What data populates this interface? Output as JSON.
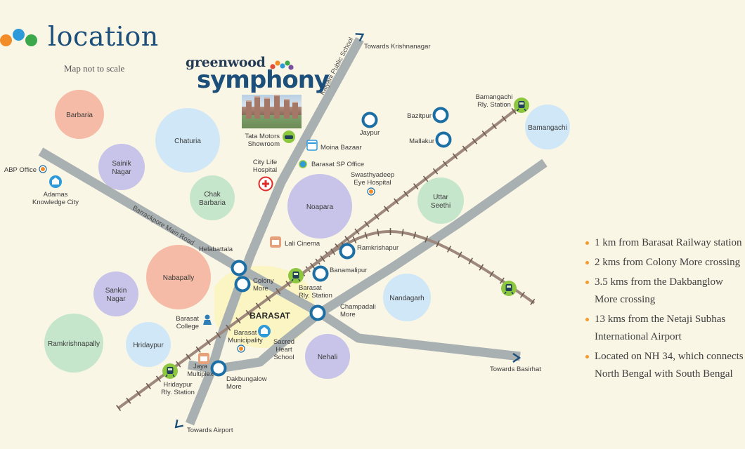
{
  "header": {
    "title": "location",
    "subtitle": "Map not to scale",
    "dot_colors": [
      "#f28c28",
      "#2e9ad9",
      "#3aa84b"
    ]
  },
  "brand": {
    "line1": "greenwood",
    "line2": "symphony",
    "dot_colors": [
      "#e04e39",
      "#f28c28",
      "#2e9ad9",
      "#3aa84b",
      "#7b4fa0"
    ]
  },
  "colors": {
    "background": "#faf6e6",
    "road": "#a9b0b2",
    "rail": "#9d887b",
    "station_green": "#8dc63f",
    "marker_blue": "#1c6fa4",
    "bullet_orange": "#f29a2e",
    "circle_peach": "#f6bba6",
    "circle_purple": "#c8c3e8",
    "circle_green": "#c6e6cc",
    "circle_sky": "#cfe7f7",
    "barasat_area": "#fbf4c2"
  },
  "areas": [
    {
      "name": "Barbaria",
      "color": "peach"
    },
    {
      "name": "Chaturia",
      "color": "sky"
    },
    {
      "name": "Sainik\nNagar",
      "color": "purple"
    },
    {
      "name": "Chak\nBarbaria",
      "color": "green"
    },
    {
      "name": "Noapara",
      "color": "purple"
    },
    {
      "name": "Nabapally",
      "color": "peach"
    },
    {
      "name": "Sankin\nNagar",
      "color": "purple"
    },
    {
      "name": "Ramkrishnapally",
      "color": "green"
    },
    {
      "name": "Hridaypur",
      "color": "sky"
    },
    {
      "name": "Uttar\nSeethi",
      "color": "green"
    },
    {
      "name": "Bamangachi",
      "color": "sky"
    },
    {
      "name": "Nandagarh",
      "color": "sky"
    },
    {
      "name": "Nehali",
      "color": "purple"
    }
  ],
  "road_labels": [
    {
      "text": "Barrackpore Main Road"
    },
    {
      "text": "Kalyani Public School"
    }
  ],
  "district_label": "BARASAT",
  "directions": [
    {
      "text": "Towards Krishnanagar"
    },
    {
      "text": "Towards Basirhat"
    },
    {
      "text": "Towards Airport"
    }
  ],
  "places": [
    {
      "text": "ABP Office",
      "icon": "orange-dot-icon"
    },
    {
      "text": "Adamas\nKnowledge City",
      "icon": "school-icon"
    },
    {
      "text": "Tata Motors\nShowroom",
      "icon": "car-icon"
    },
    {
      "text": "Moina Bazaar",
      "icon": "shop-icon"
    },
    {
      "text": "Barasat SP Office",
      "icon": "blue-dot-icon"
    },
    {
      "text": "City Life\nHospital",
      "icon": "hospital-icon"
    },
    {
      "text": "Swasthyadeep\nEye Hospital",
      "icon": "orange-dot-icon"
    },
    {
      "text": "Lali Cinema",
      "icon": "cinema-icon"
    },
    {
      "text": "Barasat\nCollege",
      "icon": "college-icon"
    },
    {
      "text": "Barasat\nMunicipality",
      "icon": "orange-dot-icon"
    },
    {
      "text": "Sacred\nHeart\nSchool",
      "icon": "school-icon"
    },
    {
      "text": "Jaya\nMultiplex",
      "icon": "cinema-icon"
    }
  ],
  "stops": [
    {
      "text": "Jaypur"
    },
    {
      "text": "Bazitpur"
    },
    {
      "text": "Mallakur"
    },
    {
      "text": "Helabattala"
    },
    {
      "text": "Colony\nMore"
    },
    {
      "text": "Ramkrishapur"
    },
    {
      "text": "Banamalipur"
    },
    {
      "text": "Champadali\nMore"
    },
    {
      "text": "Dakbungalow\nMore"
    }
  ],
  "stations": [
    {
      "text": "Bamangachi\nRly. Station"
    },
    {
      "text": "Barasat\nRly. Station"
    },
    {
      "text": "Hridaypur\nRly. Station"
    },
    {
      "text": ""
    }
  ],
  "highlights": [
    "1 km from Barasat Railway station",
    "2 kms from Colony More crossing",
    "3.5 kms from the Dakbanglow More crossing",
    "13 kms from the Netaji Subhas International Airport",
    "Located on NH 34, which connects North Bengal with South Bengal"
  ]
}
